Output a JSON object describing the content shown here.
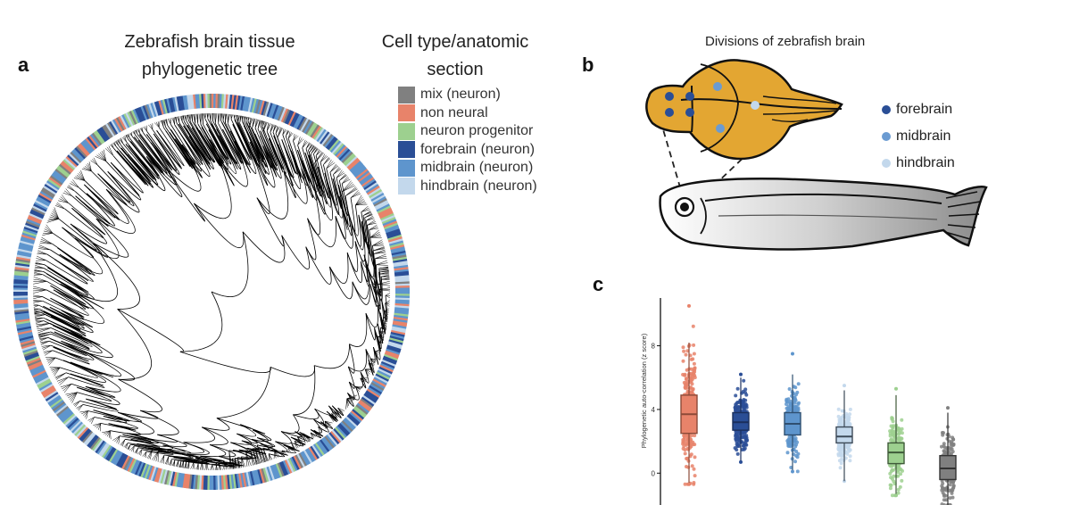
{
  "panels": {
    "a": {
      "letter": "a",
      "title_line1": "Zebrafish brain tissue",
      "title_line2": "phylogenetic tree",
      "legend_title_line1": "Cell type/anatomic",
      "legend_title_line2": "section",
      "legend": [
        {
          "label": "mix (neuron)",
          "color": "#808080"
        },
        {
          "label": "non neural",
          "color": "#e8836a"
        },
        {
          "label": "neuron progenitor",
          "color": "#9dd08f"
        },
        {
          "label": "forebrain (neuron)",
          "color": "#2a4e96"
        },
        {
          "label": "midbrain (neuron)",
          "color": "#5e95cd"
        },
        {
          "label": "hindbrain (neuron)",
          "color": "#c3d8ec"
        }
      ]
    },
    "b": {
      "letter": "b",
      "title": "Divisions of zebrafish brain",
      "regions": [
        {
          "label": "forebrain",
          "color": "#2a4e96"
        },
        {
          "label": "midbrain",
          "color": "#6b9bd2"
        },
        {
          "label": "hindbrain",
          "color": "#c3d8ec"
        }
      ],
      "brain_color": "#e3a632"
    },
    "c": {
      "letter": "c"
    }
  },
  "chart_data": {
    "type": "box",
    "ylabel": "Phylogenetic auto-correlation (z score)",
    "yticks": [
      0,
      4,
      8
    ],
    "ylim": [
      -2,
      11
    ],
    "series": [
      {
        "group": "non neural",
        "color": "#e8836a",
        "dark": "#8c4a38",
        "median": 3.7,
        "q1": 2.5,
        "q3": 4.9,
        "whisker_low": -0.6,
        "whisker_high": 8.2,
        "min": -0.7,
        "max": 10.5
      },
      {
        "group": "forebrain (neuron)",
        "color": "#2a4e96",
        "dark": "#1a2f5c",
        "median": 3.2,
        "q1": 2.7,
        "q3": 3.8,
        "whisker_low": 0.8,
        "whisker_high": 6.0,
        "min": 0.7,
        "max": 6.2
      },
      {
        "group": "midbrain (neuron)",
        "color": "#5e95cd",
        "dark": "#2f4f70",
        "median": 3.1,
        "q1": 2.4,
        "q3": 3.8,
        "whisker_low": 0.2,
        "whisker_high": 6.2,
        "min": 0.1,
        "max": 7.5
      },
      {
        "group": "hindbrain (neuron)",
        "color": "#c3d8ec",
        "dark": "#3d4a58",
        "median": 2.3,
        "q1": 1.9,
        "q3": 2.9,
        "whisker_low": -0.5,
        "whisker_high": 5.2,
        "min": -0.5,
        "max": 5.5
      },
      {
        "group": "neuron progenitor",
        "color": "#9dd08f",
        "dark": "#3f5a39",
        "median": 1.3,
        "q1": 0.6,
        "q3": 1.9,
        "whisker_low": -1.3,
        "whisker_high": 4.9,
        "min": -1.4,
        "max": 5.3
      },
      {
        "group": "mix (neuron)",
        "color": "#808080",
        "dark": "#333333",
        "median": 0.3,
        "q1": -0.4,
        "q3": 1.1,
        "whisker_low": -2.0,
        "whisker_high": 3.8,
        "min": -2.0,
        "max": 4.1
      }
    ]
  }
}
